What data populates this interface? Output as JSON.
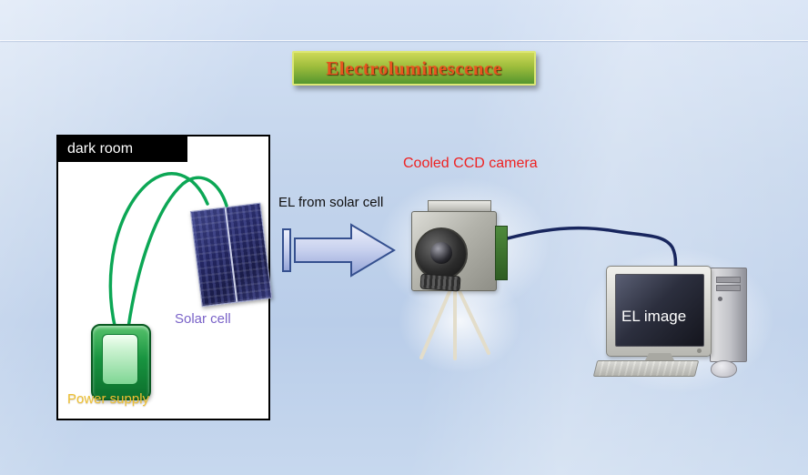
{
  "title": {
    "text": "Electroluminescence"
  },
  "dark_room": {
    "label": "dark room",
    "solar_cell": {
      "label": "Solar cell"
    },
    "power_supply": {
      "label": "Power supply"
    }
  },
  "flow": {
    "el_arrow_label": "EL from solar cell"
  },
  "camera": {
    "label": "Cooled CCD camera"
  },
  "computer": {
    "screen_text": "EL image"
  },
  "colors": {
    "background_top": "#d4e1f4",
    "background_bottom": "#b9cde9",
    "title_text": "#e8541f",
    "title_box_top": "#cdd957",
    "title_box_bottom": "#55962e",
    "title_box_border": "#dde877",
    "dark_room_border": "#000000",
    "solar_cell_label": "#7a63c8",
    "power_supply_label": "#eec133",
    "camera_label": "#ee2222",
    "arrow_fill": "#c7d0ee",
    "arrow_border": "#35508f",
    "wire_green": "#0ca755",
    "cable_navy": "#18265e"
  }
}
